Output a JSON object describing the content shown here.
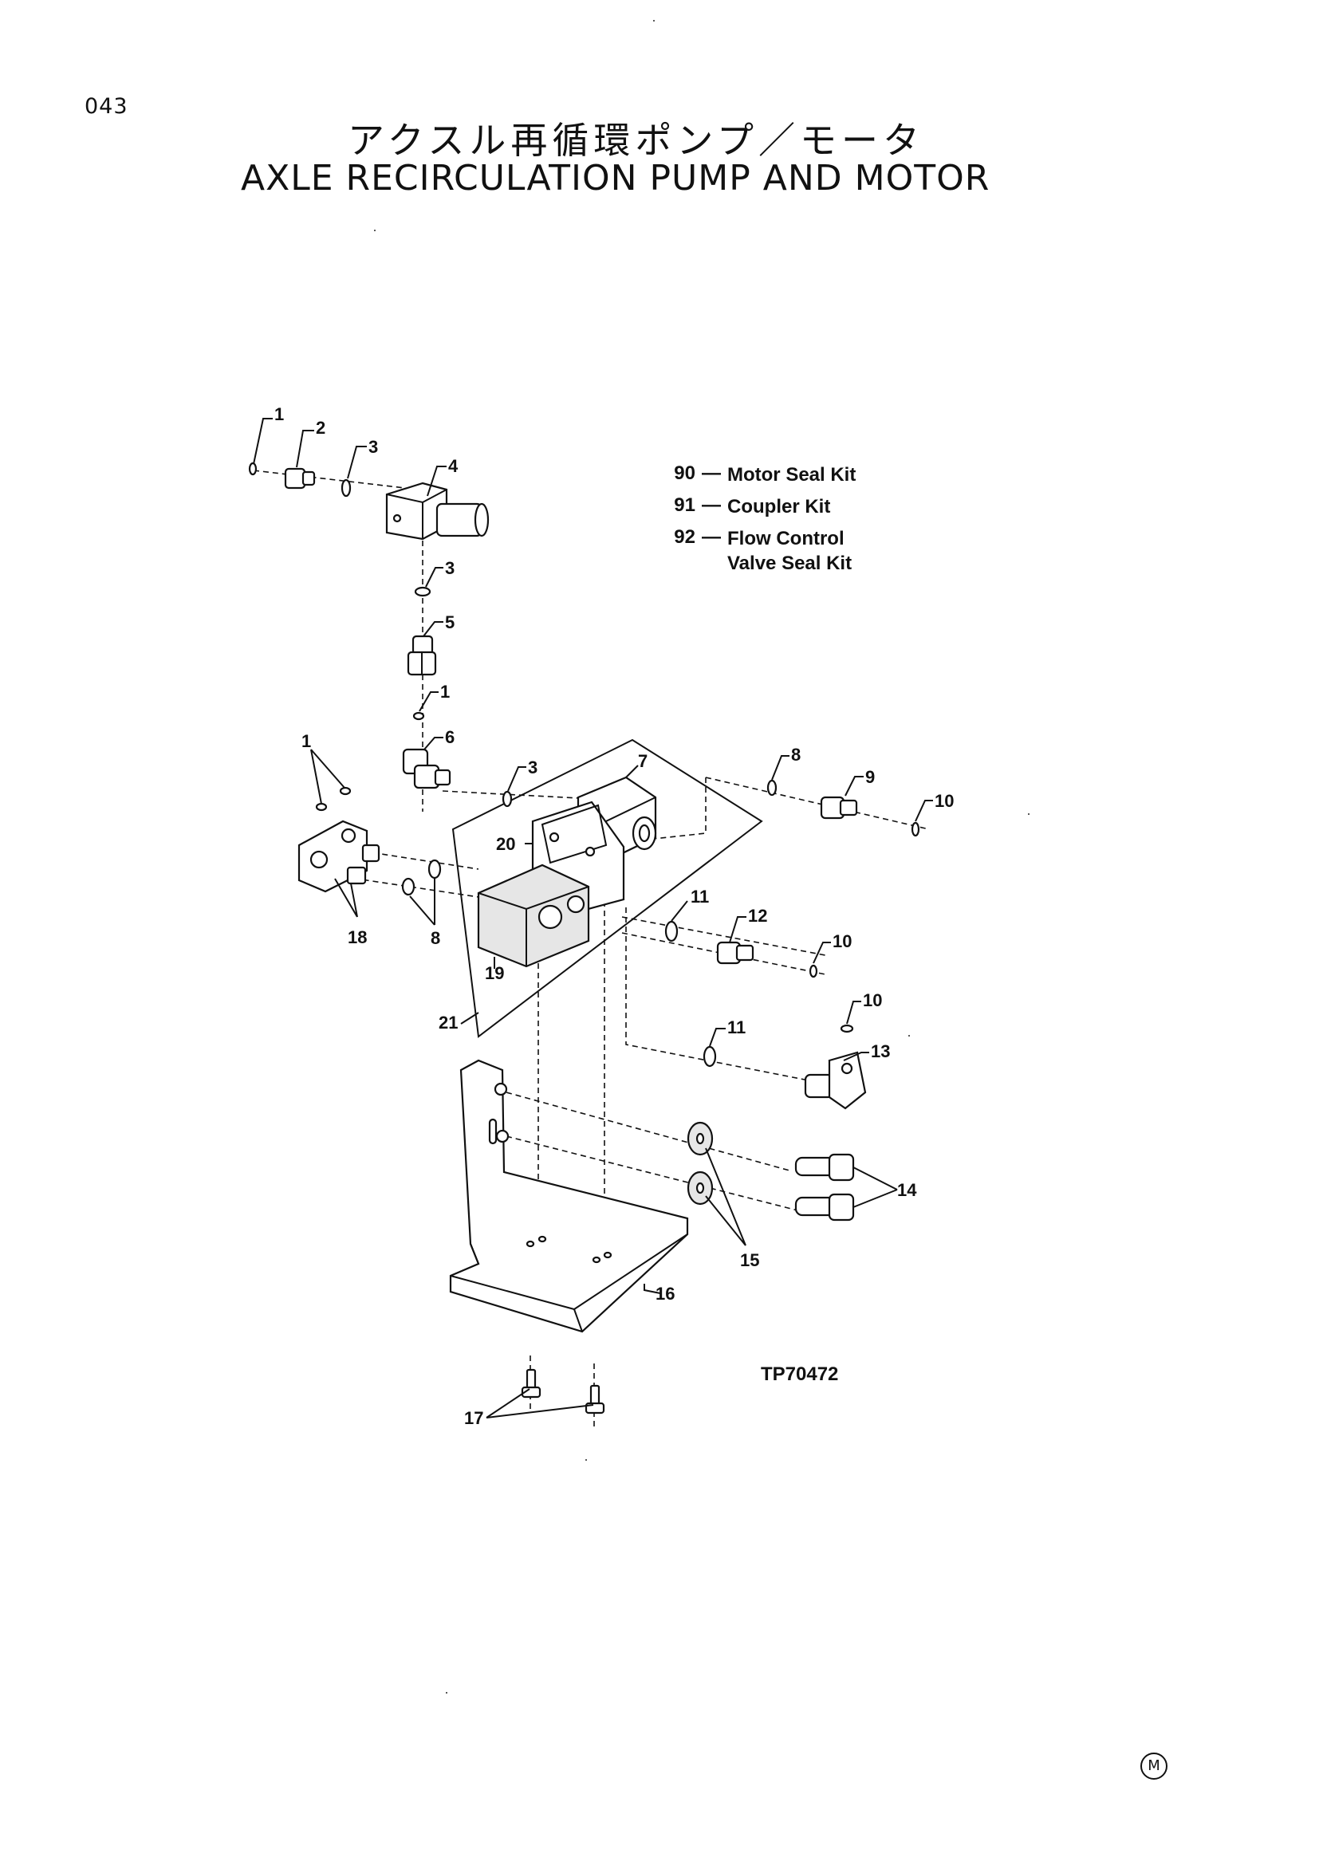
{
  "page_number": "043",
  "title_jp": "アクスル再循環ポンプ／モータ",
  "title_en": "AXLE RECIRCULATION PUMP AND MOTOR",
  "legend": [
    {
      "num": "90",
      "desc": "Motor Seal Kit"
    },
    {
      "num": "91",
      "desc": "Coupler Kit"
    },
    {
      "num": "92",
      "desc": "Flow Control Valve Seal Kit"
    }
  ],
  "callouts": {
    "c1a": "1",
    "c2": "2",
    "c3a": "3",
    "c4": "4",
    "c3b": "3",
    "c5": "5",
    "c1b": "1",
    "c6": "6",
    "c1c": "1",
    "c3c": "3",
    "c7": "7",
    "c8a": "8",
    "c9": "9",
    "c10a": "10",
    "c20": "20",
    "c18": "18",
    "c8b": "8",
    "c11a": "11",
    "c12": "12",
    "c10b": "10",
    "c19": "19",
    "c21": "21",
    "c10c": "10",
    "c11b": "11",
    "c13": "13",
    "c14": "14",
    "c15": "15",
    "c16": "16",
    "c17": "17"
  },
  "figure_id": "TP70472",
  "footer_mark": "M"
}
